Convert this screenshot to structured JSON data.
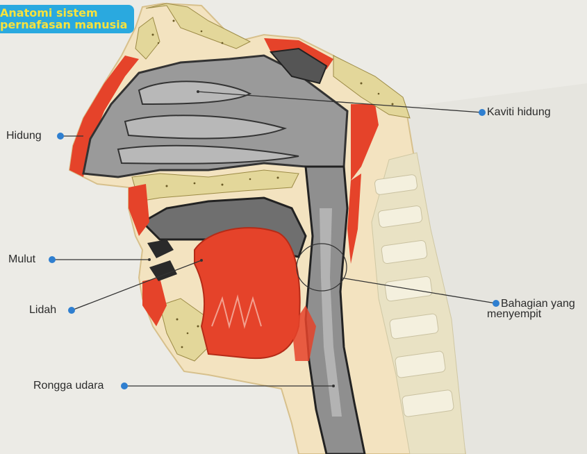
{
  "title": {
    "line1": "Anatomi sistem",
    "line2": "pernafasan manusia"
  },
  "labels": {
    "hidung": "Hidung",
    "kaviti_hidung": "Kaviti hidung",
    "mulut": "Mulut",
    "lidah": "Lidah",
    "bahagian_line1": "Bahagian yang",
    "bahagian_line2": "menyempit",
    "rongga_udara": "Rongga udara"
  },
  "colors": {
    "background": "#ecebe6",
    "title_bg": "#2aa9df",
    "title_text": "#f7e23e",
    "marker": "#2f7fd0",
    "leader": "#333333",
    "tissue_red": "#e5432a",
    "bone": "#e3d79a",
    "airway_gray": "#8f8f8f"
  }
}
